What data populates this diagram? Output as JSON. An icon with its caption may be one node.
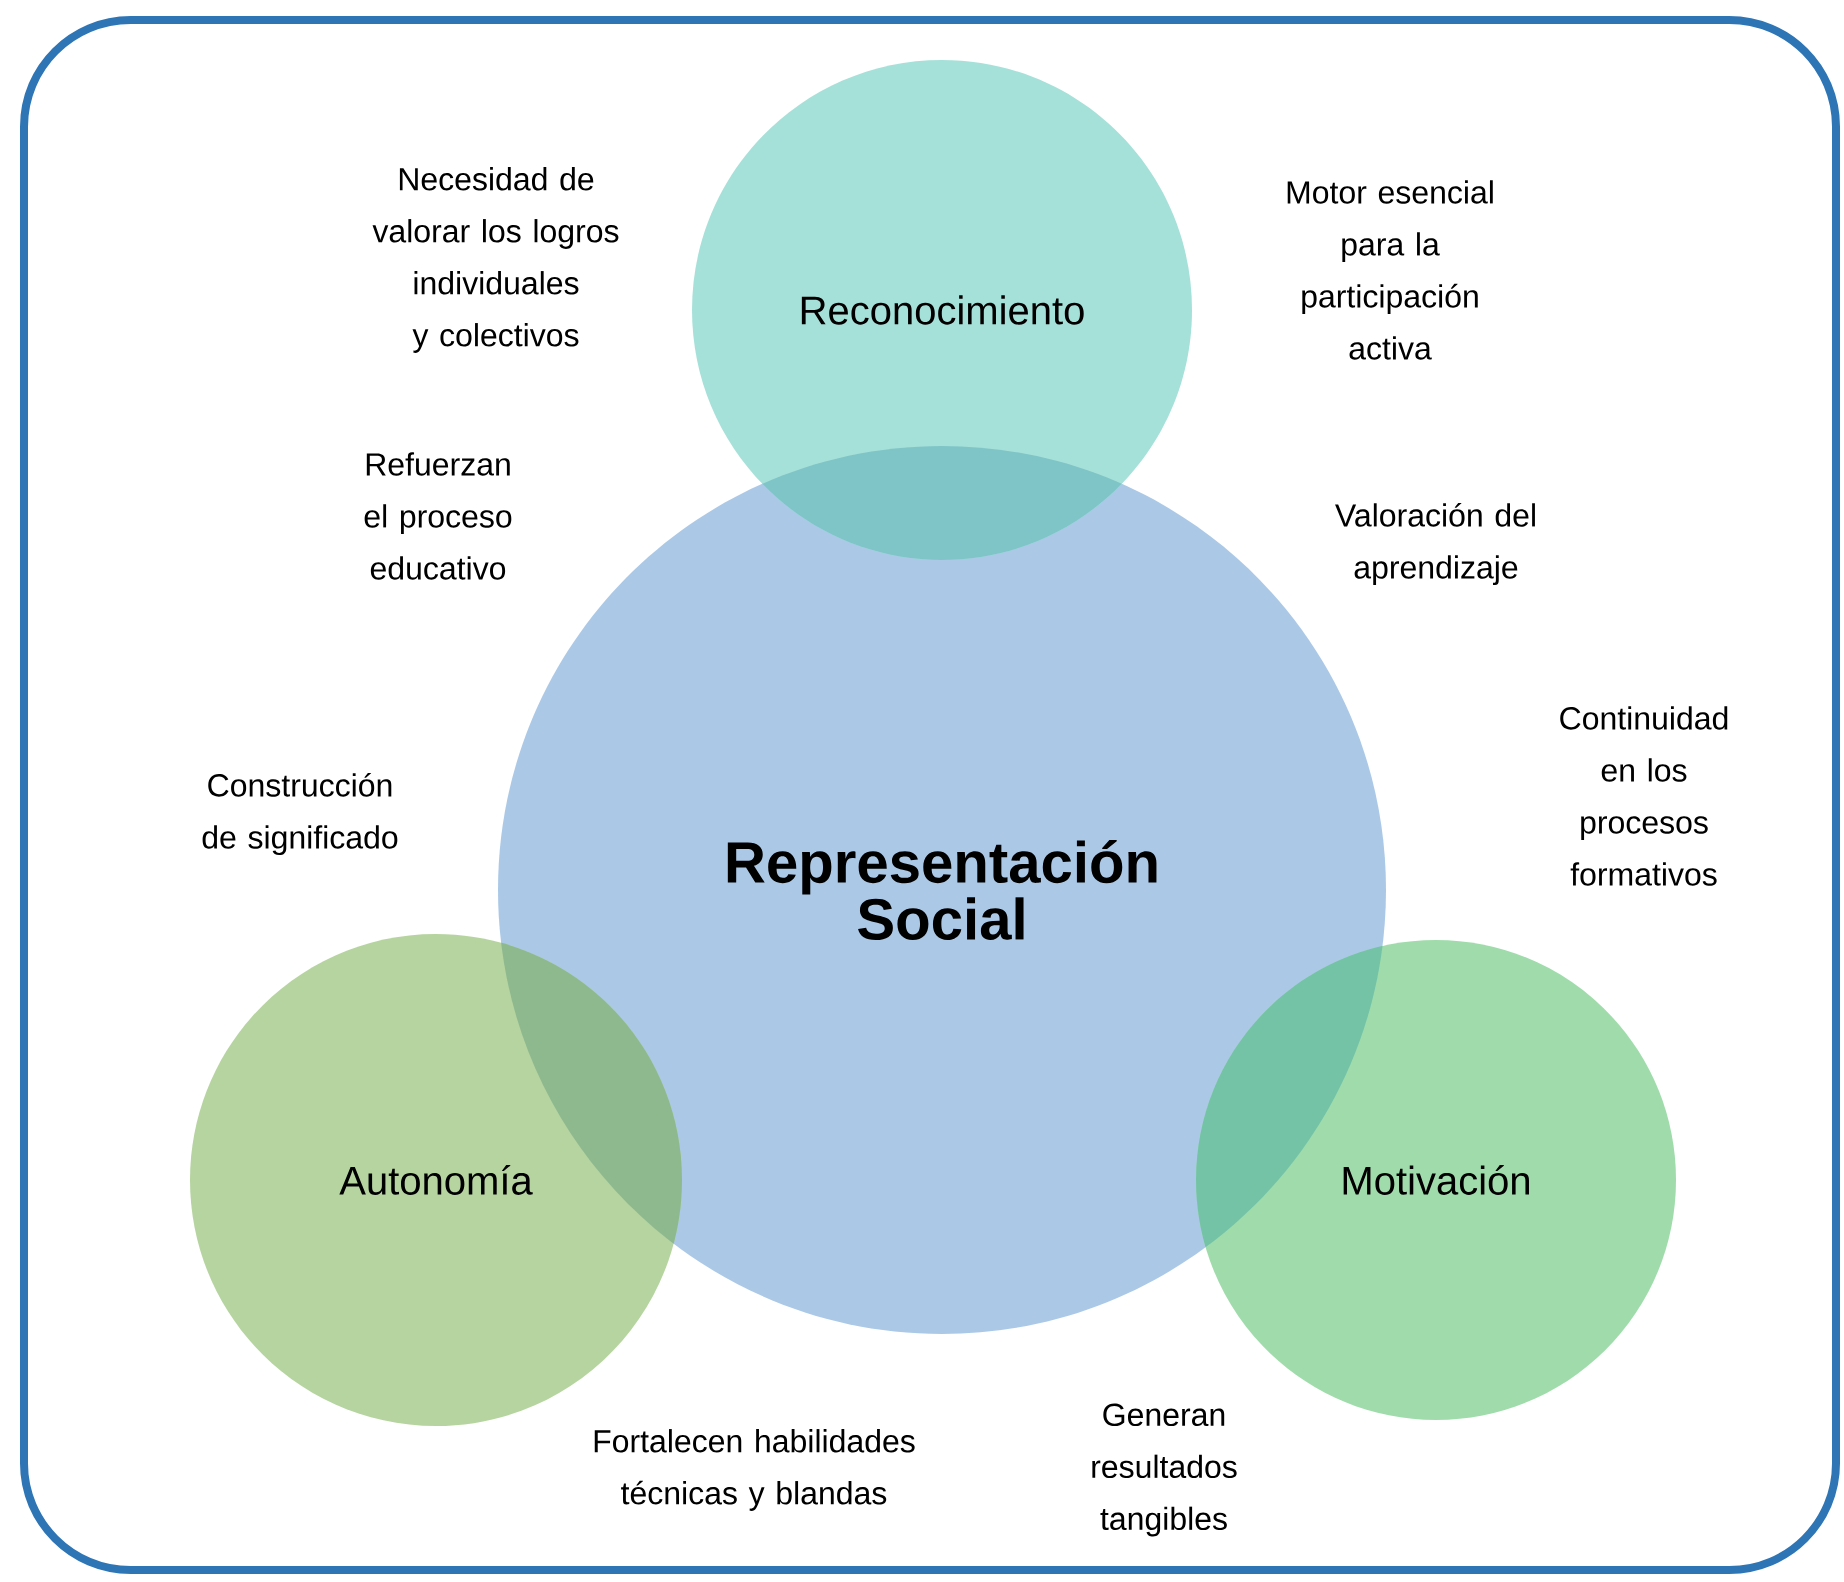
{
  "diagram": {
    "nodes": [
      {
        "text": [
          "Representación Social"
        ]
      },
      {
        "text": [
          "Reconocimiento"
        ]
      },
      {
        "text": [
          "Autonomía"
        ]
      },
      {
        "text": [
          "Motivación"
        ]
      }
    ],
    "labels": [
      "Necesidad de valorar los logros individuales y colectivos",
      "Motor esencial para la participación activa",
      "Refuerzan el proceso educativo",
      "Valoración del aprendizaje",
      "Continuidad en los procesos formativos",
      "Construcción de significado",
      "Fortalecen habilidades técnicas y blandas",
      "Generan resultados tangibles"
    ]
  }
}
